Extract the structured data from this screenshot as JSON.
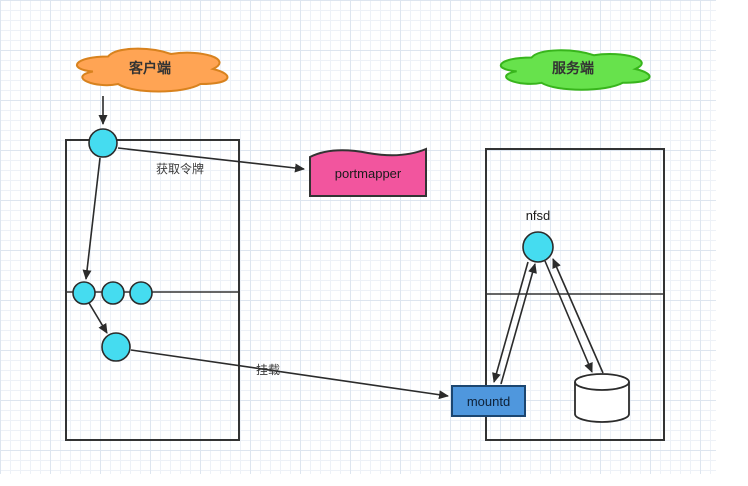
{
  "canvas": {
    "background": "#ffffff",
    "grid_minor_color": "#edf1f7",
    "grid_major_color": "#dde5ef"
  },
  "nodes": {
    "client_cloud": {
      "label": "客户端",
      "fill": "#ffa454",
      "stroke": "#d8821e",
      "text_color": "#333333"
    },
    "server_cloud": {
      "label": "服务端",
      "fill": "#67e24c",
      "stroke": "#38b51c",
      "text_color": "#333333"
    },
    "portmapper": {
      "label": "portmapper",
      "fill": "#f2559e",
      "stroke": "#333333",
      "text_color": "#1a1a1a"
    },
    "mountd": {
      "label": "mountd",
      "fill": "#4f97dd",
      "stroke": "#1c4670",
      "text_color": "#0d2138"
    },
    "nfsd": {
      "label": "nfsd",
      "text_color": "#222222"
    },
    "process_circles": {
      "fill": "#45dcf0",
      "stroke": "#2b2b2b"
    },
    "storage_cylinder": {
      "fill": "#ffffff",
      "stroke": "#2b2b2b"
    }
  },
  "edges": {
    "stroke": "#2b2b2b",
    "get_token": {
      "label": "获取令牌"
    },
    "mount": {
      "label": "挂载"
    }
  }
}
